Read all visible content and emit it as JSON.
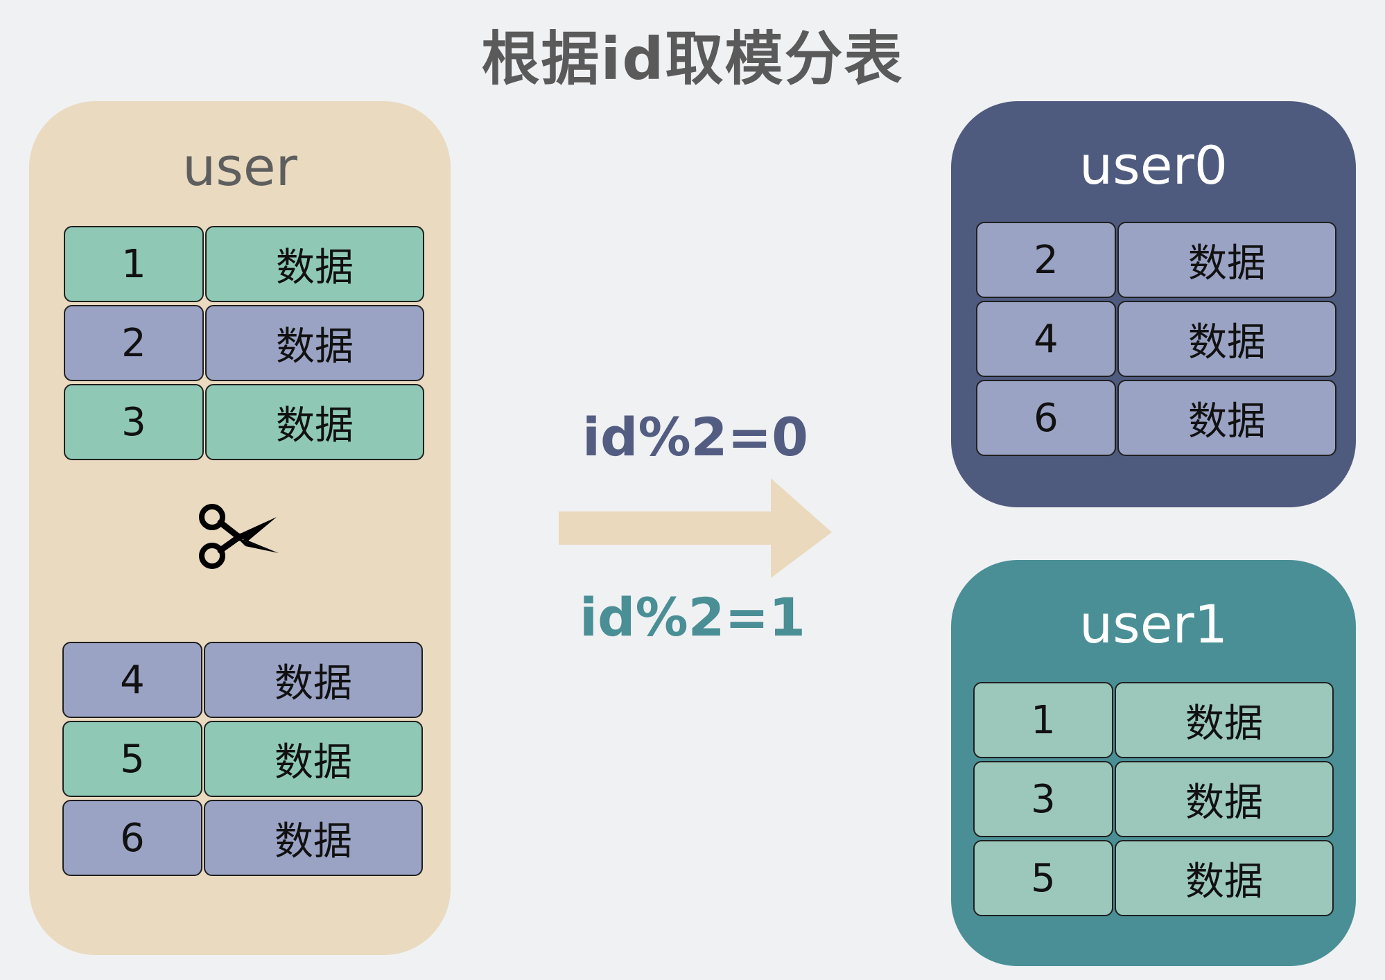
{
  "title": "根据id取模分表",
  "source": {
    "name": "user",
    "rows_top": [
      {
        "id": "1",
        "data": "数据"
      },
      {
        "id": "2",
        "data": "数据"
      },
      {
        "id": "3",
        "data": "数据"
      }
    ],
    "rows_bottom": [
      {
        "id": "4",
        "data": "数据"
      },
      {
        "id": "5",
        "data": "数据"
      },
      {
        "id": "6",
        "data": "数据"
      }
    ],
    "cut_icon": "scissors-icon"
  },
  "arrow": {
    "rule_even": "id%2=0",
    "rule_odd": "id%2=1"
  },
  "targets": [
    {
      "name": "user0",
      "rows": [
        {
          "id": "2",
          "data": "数据"
        },
        {
          "id": "4",
          "data": "数据"
        },
        {
          "id": "6",
          "data": "数据"
        }
      ]
    },
    {
      "name": "user1",
      "rows": [
        {
          "id": "1",
          "data": "数据"
        },
        {
          "id": "3",
          "data": "数据"
        },
        {
          "id": "5",
          "data": "数据"
        }
      ]
    }
  ],
  "colors": {
    "source_panel": "#e9dac0",
    "user0_panel": "#4f5b7e",
    "user1_panel": "#4a8f96",
    "row_green": "#8fc9b6",
    "row_purple": "#9aa3c4",
    "arrow": "#ead9bd",
    "rule_even_text": "#535d82",
    "rule_odd_text": "#4a8e96"
  }
}
